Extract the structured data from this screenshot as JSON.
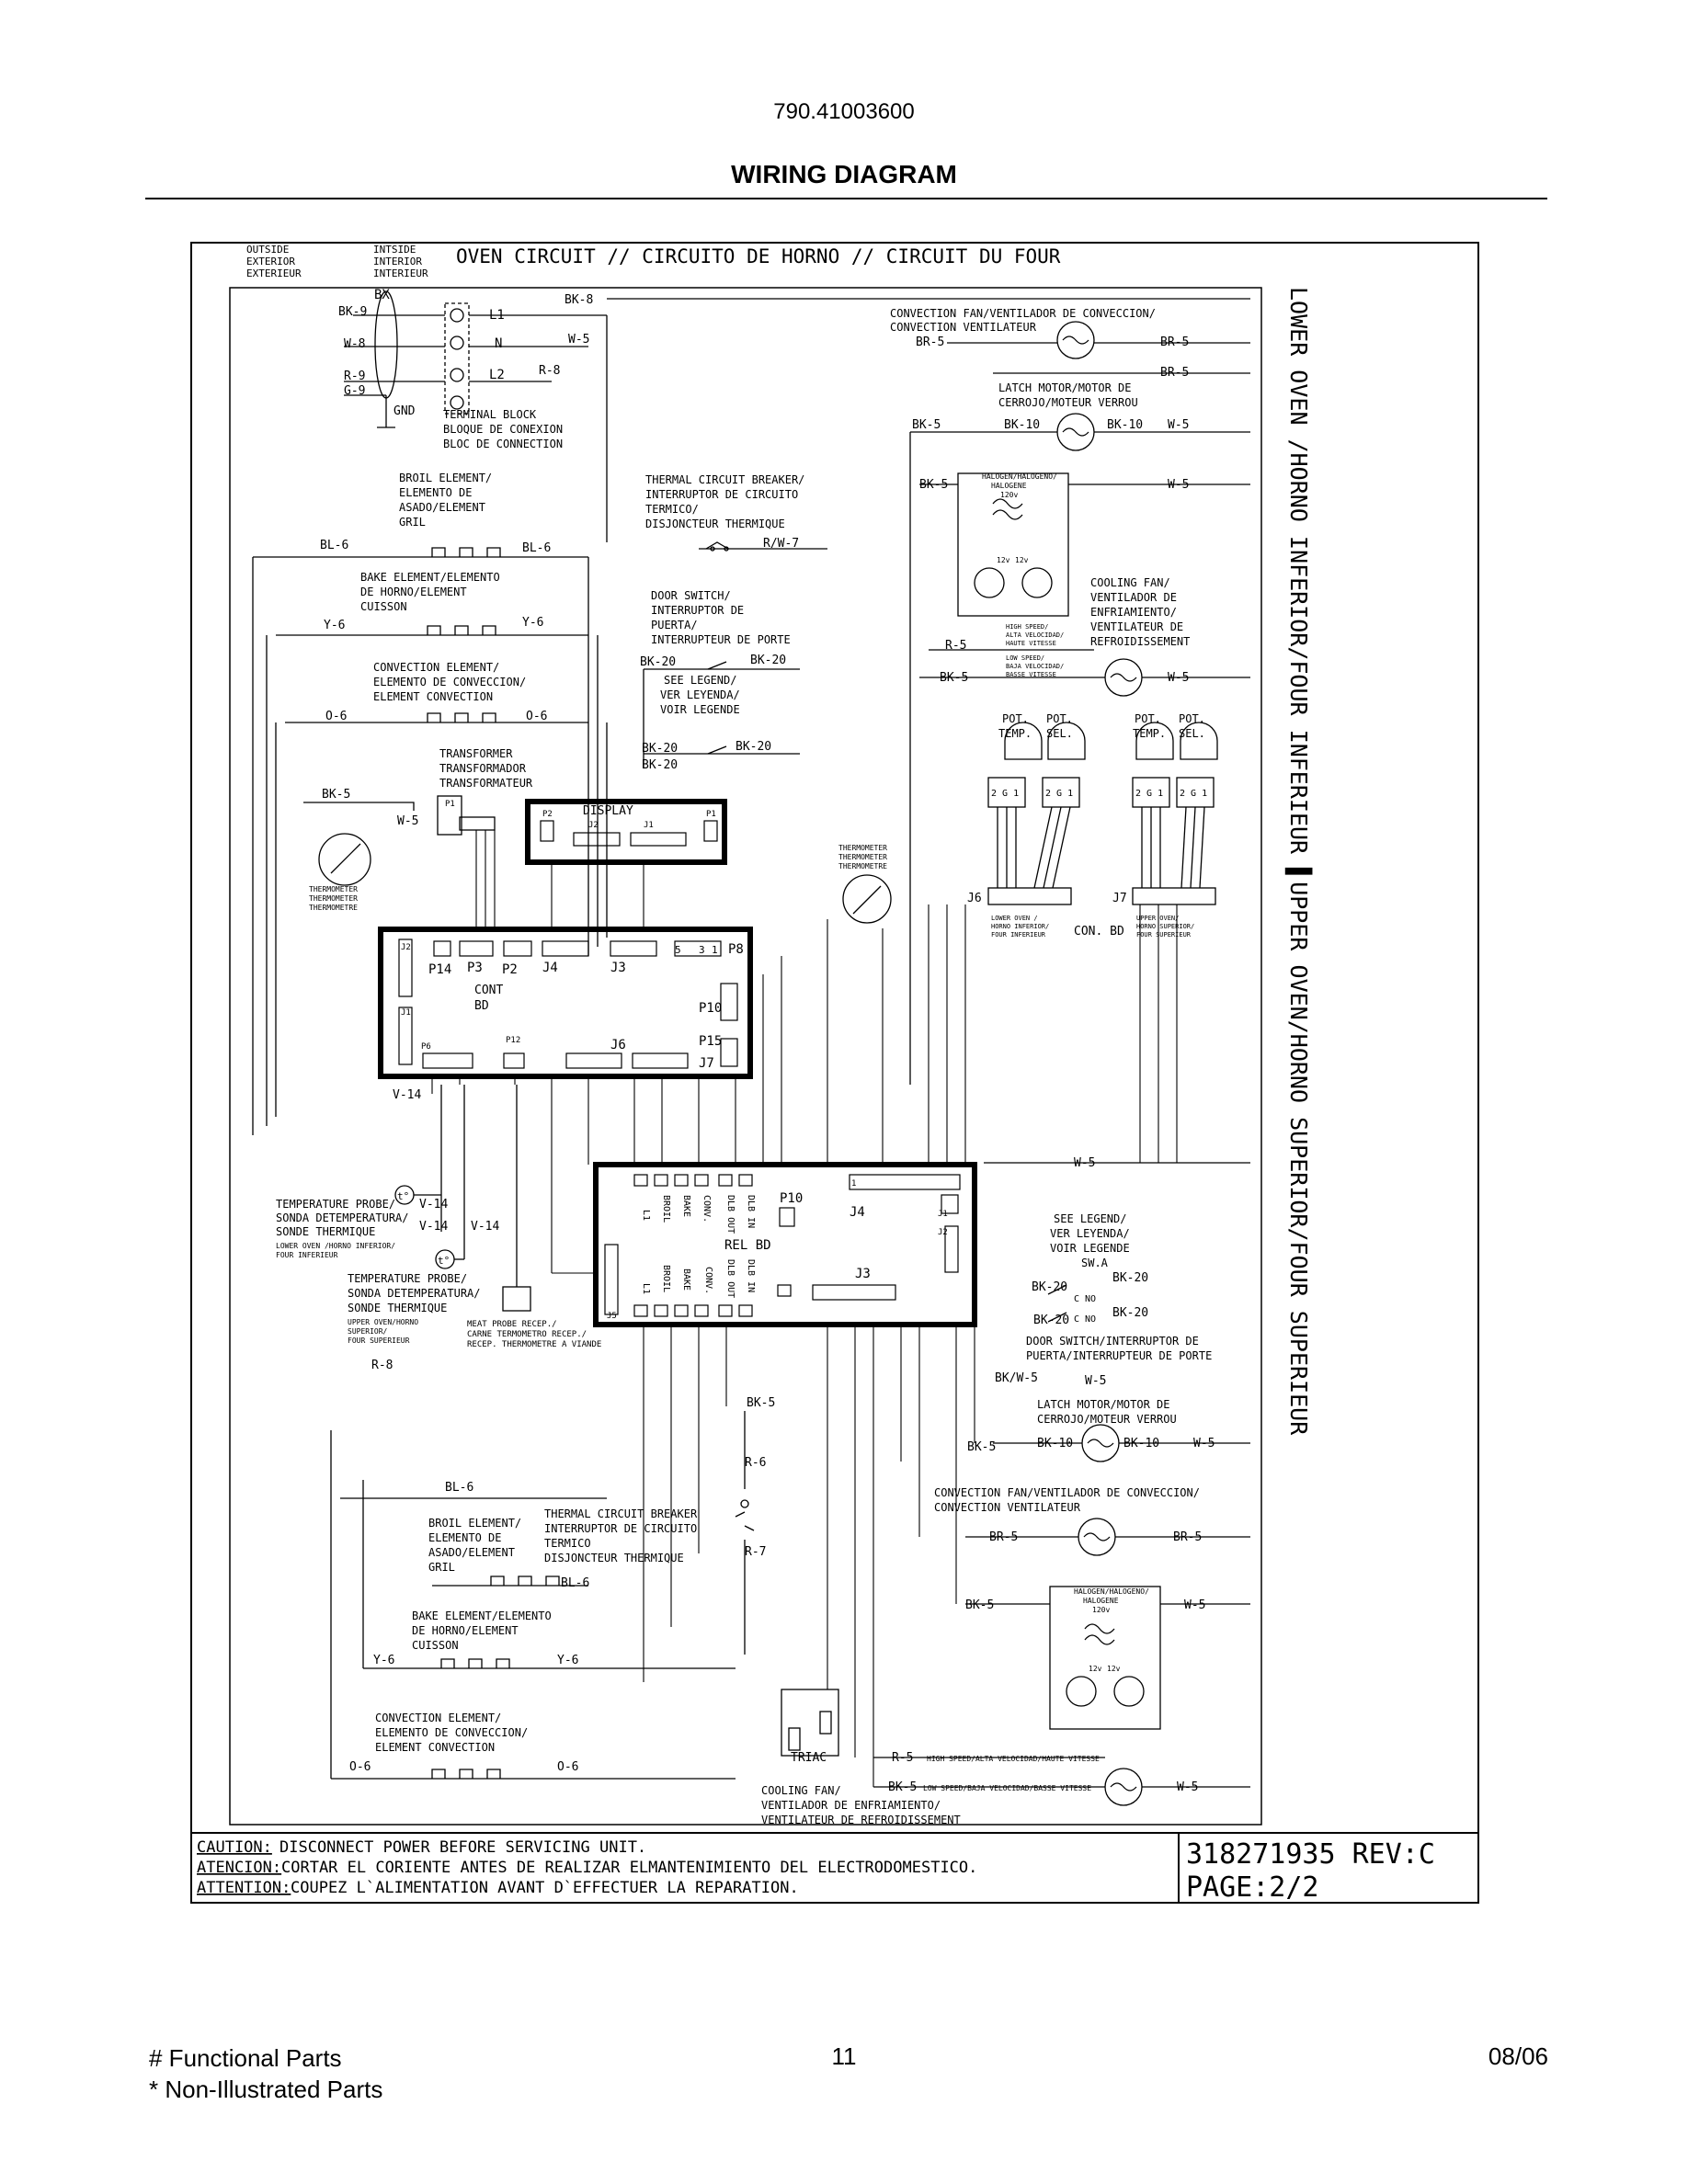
{
  "header": {
    "model_number": "790.41003600",
    "title": "WIRING DIAGRAM"
  },
  "diagram": {
    "region_labels": {
      "outside": "OUTSIDE",
      "exterior": "EXTERIOR",
      "exterieur": "EXTERIEUR",
      "inside": "INTSIDE",
      "interior": "INTERIOR",
      "interieur": "INTERIEUR"
    },
    "circuit_title": "OVEN CIRCUIT // CIRCUITO DE HORNO // CIRCUIT DU FOUR",
    "side_title": "LOWER OVEN /HORNO INFERIOR/FOUR INFERIEUR ▌UPPER OVEN/HORNO SUPERIOR/FOUR SUPERIEUR",
    "terminal": {
      "bx": "BX",
      "l1": "L1",
      "n": "N",
      "l2": "L2",
      "gnd": "GND",
      "label_1": "TERMINAL BLOCK",
      "label_2": "BLOQUE DE CONEXION",
      "label_3": "BLOC DE CONNECTION"
    },
    "wires": {
      "bk9": "BK-9",
      "w8": "W-8",
      "r9": "R-9",
      "g9": "G-9",
      "bk8": "BK-8",
      "w5": "W-5",
      "r8": "R-8",
      "bl6": "BL-6",
      "y6": "Y-6",
      "o6": "O-6",
      "bk5": "BK-5",
      "rw7": "R/W-7",
      "bk20": "BK-20",
      "br5": "BR-5",
      "bk10": "BK-10",
      "r5": "R-5",
      "v14": "V-14",
      "bkw5": "BK/W-5",
      "r6": "R-6",
      "r7": "R-7"
    },
    "components": {
      "broil_1": "BROIL ELEMENT/",
      "broil_2": "ELEMENTO DE",
      "broil_3": "ASADO/ELEMENT",
      "broil_4": "GRIL",
      "bake_1": "BAKE ELEMENT/ELEMENTO",
      "bake_2": "DE HORNO/ELEMENT",
      "bake_3": "CUISSON",
      "conv_el_1": "CONVECTION ELEMENT/",
      "conv_el_2": "ELEMENTO DE CONVECCION/",
      "conv_el_3": "ELEMENT CONVECTION",
      "transformer_1": "TRANSFORMER",
      "transformer_2": "TRANSFORMADOR",
      "transformer_3": "TRANSFORMATEUR",
      "thermometer_1": "THERMOMETER",
      "thermometer_2": "THERMOMETER",
      "thermometer_3": "THERMOMETRE",
      "tcb_1": "THERMAL CIRCUIT BREAKER/",
      "tcb_2": "INTERRUPTOR DE CIRCUITO",
      "tcb_3": "TERMICO/",
      "tcb_4": "DISJONCTEUR THERMIQUE",
      "door_1": "DOOR SWITCH/",
      "door_2": "INTERRUPTOR DE",
      "door_3": "PUERTA/",
      "door_4": "INTERRUPTEUR DE PORTE",
      "legend_1": "SEE LEGEND/",
      "legend_2": "VER LEYENDA/",
      "legend_3": "VOIR LEGENDE",
      "conv_fan_1": "CONVECTION FAN/VENTILADOR DE CONVECCION/",
      "conv_fan_2": "CONVECTION VENTILATEUR",
      "latch_1": "LATCH MOTOR/MOTOR DE",
      "latch_2": "CERROJO/MOTEUR VERROU",
      "halogen_1": "HALOGEN/HALOGENO/",
      "halogen_2": "HALOGENE",
      "halogen_3": "120v",
      "lamp_v": "12v",
      "cool_1": "COOLING FAN/",
      "cool_2": "VENTILADOR DE",
      "cool_3": "ENFRIAMIENTO/",
      "cool_4": "VENTILATEUR DE",
      "cool_5": "REFROIDISSEMENT",
      "high_speed_1": "HIGH SPEED/",
      "high_speed_2": "ALTA VELOCIDAD/",
      "high_speed_3": "HAUTE VITESSE",
      "low_speed_1": "LOW SPEED/",
      "low_speed_2": "BAJA VELOCIDAD/",
      "low_speed_3": "BASSE VITESSE",
      "pot": "POT.",
      "temp": "TEMP.",
      "sel": "SEL.",
      "pins": "2 G 1",
      "con_bd": "CON. BD",
      "lower_oven_1": "LOWER OVEN /",
      "lower_oven_2": "HORNO INFERIOR/",
      "lower_oven_3": "FOUR INFERIEUR",
      "upper_oven_1": "UPPER OVEN/",
      "upper_oven_2": "HORNO SUPERIOR/",
      "upper_oven_3": "FOUR SUPERIEUR",
      "display": "DISPLAY",
      "cont_bd_1": "CONT",
      "cont_bd_2": "BD",
      "rel_bd": "REL BD",
      "probe_1": "TEMPERATURE PROBE/",
      "probe_2": "SONDA DETEMPERATURA/",
      "probe_3": "SONDE THERMIQUE",
      "probe_lower_1": "LOWER OVEN /HORNO INFERIOR/",
      "probe_lower_2": "FOUR INFERIEUR",
      "probe_upper_1": "UPPER OVEN/HORNO",
      "probe_upper_2": "SUPERIOR/",
      "probe_upper_3": "FOUR SUPERIEUR",
      "meat_1": "MEAT PROBE RECEP./",
      "meat_2": "CARNE TERMOMETRO RECEP./",
      "meat_3": "RECEP. THERMOMETRE A VIANDE",
      "tcb2_1": "THERMAL CIRCUIT BREAKER",
      "tcb2_2": "INTERRUPTOR DE CIRCUITO",
      "tcb2_3": "TERMICO",
      "tcb2_4": "DISJONCTEUR THERMIQUE",
      "legend2_4": "SW.A",
      "door2_1": "DOOR SWITCH/INTERRUPTOR DE",
      "door2_2": "PUERTA/INTERRUPTEUR DE PORTE",
      "triac": "TRIAC",
      "high_speed_full": "HIGH SPEED/ALTA VELOCIDAD/HAUTE VITESSE",
      "low_speed_full": "LOW SPEED/BAJA VELOCIDAD/BASSE VITESSE",
      "cool2_1": "COOLING FAN/",
      "cool2_2": "VENTILADOR DE ENFRIAMIENTO/",
      "cool2_3": "VENTILATEUR DE REFROIDISSEMENT",
      "rel_broil": "BROIL",
      "rel_bake": "BAKE",
      "rel_conv": "CONV.",
      "rel_dlb_out": "DLB OUT",
      "rel_dlb_in": "DLB IN",
      "rel_l1": "L1",
      "no": "NO",
      "c": "C"
    },
    "connectors": {
      "j1": "J1",
      "j2": "J2",
      "j3": "J3",
      "j4": "J4",
      "j5": "J5",
      "j6": "J6",
      "j7": "J7",
      "p1": "P1",
      "p2": "P2",
      "p3": "P3",
      "p6": "P6",
      "p8": "P8",
      "p10": "P10",
      "p12": "P12",
      "p14": "P14",
      "p15": "P15",
      "pin_1": "1",
      "pin_3": "3",
      "pin_5": "5"
    },
    "footer_box": {
      "caution_label": "CAUTION:",
      "caution_text": " DISCONNECT POWER BEFORE SERVICING UNIT.",
      "atencion_label": "ATENCION:",
      "atencion_text": "CORTAR EL CORIENTE ANTES DE REALIZAR ELMANTENIMIENTO DEL ELECTRODOMESTICO.",
      "attention_label": "ATTENTION:",
      "attention_text": "COUPEZ L`ALIMENTATION AVANT D`EFFECTUER LA REPARATION.",
      "part_rev": "318271935 REV:C",
      "page": "PAGE:2/2"
    }
  },
  "footer": {
    "functional": "# Functional Parts",
    "non_illustrated": "* Non-Illustrated Parts",
    "page_number": "11",
    "date": "08/06"
  }
}
